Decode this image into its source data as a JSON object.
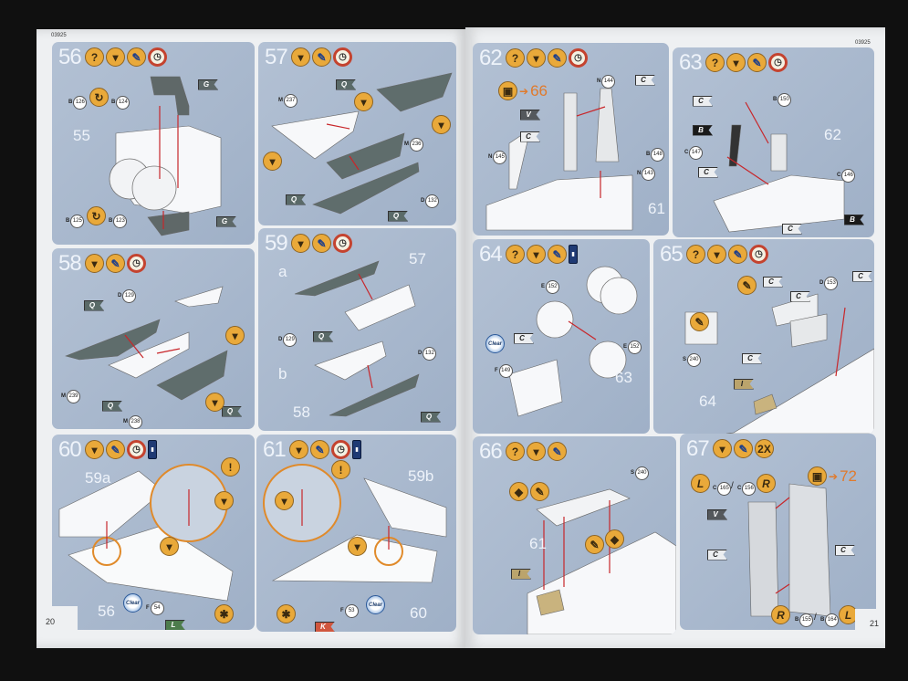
{
  "pages": {
    "left": {
      "code": "03925",
      "page_number": "20"
    },
    "right": {
      "code": "03925",
      "page_number": "21"
    }
  },
  "icon_glyphs": {
    "help": "?",
    "glue": "▾",
    "paint": "✎",
    "clock": "◷",
    "bottle": "▮",
    "rotate": "↻",
    "alert": "!",
    "asterisk": "✱",
    "flip": "◆",
    "knife": "✎"
  },
  "flag_colors": {
    "G": "#5d6868",
    "Q": "#5a6a68",
    "C": "#eceef0",
    "V": "#54585c",
    "B": "#1a1a1a",
    "L": "#4d7c4c",
    "K": "#d0563e",
    "I": "#bba46c"
  },
  "steps": [
    {
      "number": "56",
      "icons": [
        "help",
        "glue",
        "paint",
        "clock"
      ],
      "callouts": [
        {
          "type": "ref",
          "text": "55"
        },
        {
          "type": "part",
          "sprue": "B",
          "num": "126"
        },
        {
          "type": "icon",
          "icon": "rotate"
        },
        {
          "type": "part",
          "sprue": "B",
          "num": "124"
        },
        {
          "type": "flag",
          "code": "G"
        },
        {
          "type": "part",
          "sprue": "B",
          "num": "125"
        },
        {
          "type": "icon",
          "icon": "rotate"
        },
        {
          "type": "part",
          "sprue": "B",
          "num": "123"
        },
        {
          "type": "flag",
          "code": "G"
        }
      ]
    },
    {
      "number": "57",
      "icons": [
        "glue",
        "paint",
        "clock"
      ],
      "callouts": [
        {
          "type": "part",
          "sprue": "M",
          "num": "237"
        },
        {
          "type": "flag",
          "code": "Q"
        },
        {
          "type": "icon",
          "icon": "glue"
        },
        {
          "type": "icon",
          "icon": "glue"
        },
        {
          "type": "icon",
          "icon": "glue"
        },
        {
          "type": "part",
          "sprue": "M",
          "num": "236"
        },
        {
          "type": "flag",
          "code": "Q"
        },
        {
          "type": "part",
          "sprue": "D",
          "num": "132"
        },
        {
          "type": "flag",
          "code": "Q"
        }
      ]
    },
    {
      "number": "58",
      "icons": [
        "glue",
        "paint",
        "clock"
      ],
      "callouts": [
        {
          "type": "part",
          "sprue": "D",
          "num": "129"
        },
        {
          "type": "flag",
          "code": "Q"
        },
        {
          "type": "icon",
          "icon": "glue"
        },
        {
          "type": "part",
          "sprue": "M",
          "num": "239"
        },
        {
          "type": "flag",
          "code": "Q"
        },
        {
          "type": "part",
          "sprue": "M",
          "num": "238"
        },
        {
          "type": "flag",
          "code": "Q"
        },
        {
          "type": "icon",
          "icon": "glue"
        }
      ]
    },
    {
      "number": "59",
      "icons": [
        "glue",
        "paint",
        "clock"
      ],
      "callouts": [
        {
          "type": "ref",
          "text": "a"
        },
        {
          "type": "ref",
          "text": "57"
        },
        {
          "type": "part",
          "sprue": "D",
          "num": "129"
        },
        {
          "type": "flag",
          "code": "Q"
        },
        {
          "type": "ref",
          "text": "b"
        },
        {
          "type": "part",
          "sprue": "D",
          "num": "132"
        },
        {
          "type": "ref",
          "text": "58"
        },
        {
          "type": "flag",
          "code": "Q"
        }
      ]
    },
    {
      "number": "60",
      "icons": [
        "glue",
        "paint",
        "clock",
        "bottle"
      ],
      "callouts": [
        {
          "type": "icon",
          "icon": "alert"
        },
        {
          "type": "ref",
          "text": "59a"
        },
        {
          "type": "icon",
          "icon": "glue"
        },
        {
          "type": "icon",
          "icon": "glue"
        },
        {
          "type": "ref",
          "text": "56"
        },
        {
          "type": "clear",
          "text": "Clear"
        },
        {
          "type": "part",
          "sprue": "F",
          "num": "54"
        },
        {
          "type": "flag",
          "code": "L"
        },
        {
          "type": "icon",
          "icon": "asterisk"
        }
      ]
    },
    {
      "number": "61",
      "icons": [
        "glue",
        "paint",
        "clock",
        "bottle"
      ],
      "callouts": [
        {
          "type": "icon",
          "icon": "alert"
        },
        {
          "type": "ref",
          "text": "59b"
        },
        {
          "type": "icon",
          "icon": "glue"
        },
        {
          "type": "icon",
          "icon": "glue"
        },
        {
          "type": "ref",
          "text": "60"
        },
        {
          "type": "icon",
          "icon": "asterisk"
        },
        {
          "type": "flag",
          "code": "K"
        },
        {
          "type": "part",
          "sprue": "F",
          "num": "53"
        },
        {
          "type": "clear",
          "text": "Clear"
        }
      ]
    },
    {
      "number": "62",
      "icons": [
        "help",
        "glue",
        "paint",
        "clock"
      ],
      "callouts": [
        {
          "type": "nav",
          "target": "66"
        },
        {
          "type": "part",
          "sprue": "N",
          "num": "144"
        },
        {
          "type": "flag",
          "code": "C"
        },
        {
          "type": "flag",
          "code": "V"
        },
        {
          "type": "flag",
          "code": "C"
        },
        {
          "type": "part",
          "sprue": "B",
          "num": "148"
        },
        {
          "type": "part",
          "sprue": "N",
          "num": "145"
        },
        {
          "type": "part",
          "sprue": "N",
          "num": "143"
        },
        {
          "type": "ref",
          "text": "61"
        }
      ]
    },
    {
      "number": "63",
      "icons": [
        "help",
        "glue",
        "paint",
        "clock"
      ],
      "callouts": [
        {
          "type": "flag",
          "code": "C"
        },
        {
          "type": "part",
          "sprue": "B",
          "num": "150"
        },
        {
          "type": "flag",
          "code": "B"
        },
        {
          "type": "ref",
          "text": "62"
        },
        {
          "type": "part",
          "sprue": "C",
          "num": "147"
        },
        {
          "type": "flag",
          "code": "C"
        },
        {
          "type": "part",
          "sprue": "C",
          "num": "146"
        },
        {
          "type": "flag",
          "code": "B"
        },
        {
          "type": "flag",
          "code": "C"
        }
      ]
    },
    {
      "number": "64",
      "icons": [
        "help",
        "glue",
        "paint",
        "bottle"
      ],
      "callouts": [
        {
          "type": "part",
          "sprue": "E",
          "num": "152"
        },
        {
          "type": "part",
          "sprue": "E",
          "num": "152"
        },
        {
          "type": "flag",
          "code": "C"
        },
        {
          "type": "clear",
          "text": "Clear"
        },
        {
          "type": "part",
          "sprue": "F",
          "num": "149"
        },
        {
          "type": "ref",
          "text": "63"
        }
      ]
    },
    {
      "number": "65",
      "icons": [
        "help",
        "glue",
        "paint",
        "clock"
      ],
      "callouts": [
        {
          "type": "flag",
          "code": "C"
        },
        {
          "type": "part",
          "sprue": "D",
          "num": "153"
        },
        {
          "type": "flag",
          "code": "C"
        },
        {
          "type": "flag",
          "code": "C"
        },
        {
          "type": "icon",
          "icon": "knife"
        },
        {
          "type": "icon",
          "icon": "knife"
        },
        {
          "type": "part",
          "sprue": "S",
          "num": "240"
        },
        {
          "type": "flag",
          "code": "C"
        },
        {
          "type": "flag",
          "code": "I"
        },
        {
          "type": "ref",
          "text": "64"
        }
      ]
    },
    {
      "number": "66",
      "icons": [
        "help",
        "glue",
        "paint"
      ],
      "callouts": [
        {
          "type": "part",
          "sprue": "S",
          "num": "240"
        },
        {
          "type": "icon",
          "icon": "flip"
        },
        {
          "type": "icon",
          "icon": "knife"
        },
        {
          "type": "icon",
          "icon": "knife"
        },
        {
          "type": "icon",
          "icon": "flip"
        },
        {
          "type": "ref",
          "text": "61"
        },
        {
          "type": "flag",
          "code": "I"
        }
      ]
    },
    {
      "number": "67",
      "icons": [
        "glue",
        "paint",
        "2X"
      ],
      "callouts": [
        {
          "type": "lr",
          "text": "L"
        },
        {
          "type": "part",
          "sprue": "C",
          "num": "165"
        },
        {
          "type": "text",
          "text": "/"
        },
        {
          "type": "part",
          "sprue": "C",
          "num": "156"
        },
        {
          "type": "lr",
          "text": "R"
        },
        {
          "type": "nav",
          "target": "72"
        },
        {
          "type": "flag",
          "code": "V"
        },
        {
          "type": "flag",
          "code": "C"
        },
        {
          "type": "flag",
          "code": "C"
        },
        {
          "type": "lr",
          "text": "R"
        },
        {
          "type": "part",
          "sprue": "B",
          "num": "155"
        },
        {
          "type": "text",
          "text": "/"
        },
        {
          "type": "part",
          "sprue": "B",
          "num": "164"
        },
        {
          "type": "lr",
          "text": "L"
        }
      ]
    }
  ]
}
